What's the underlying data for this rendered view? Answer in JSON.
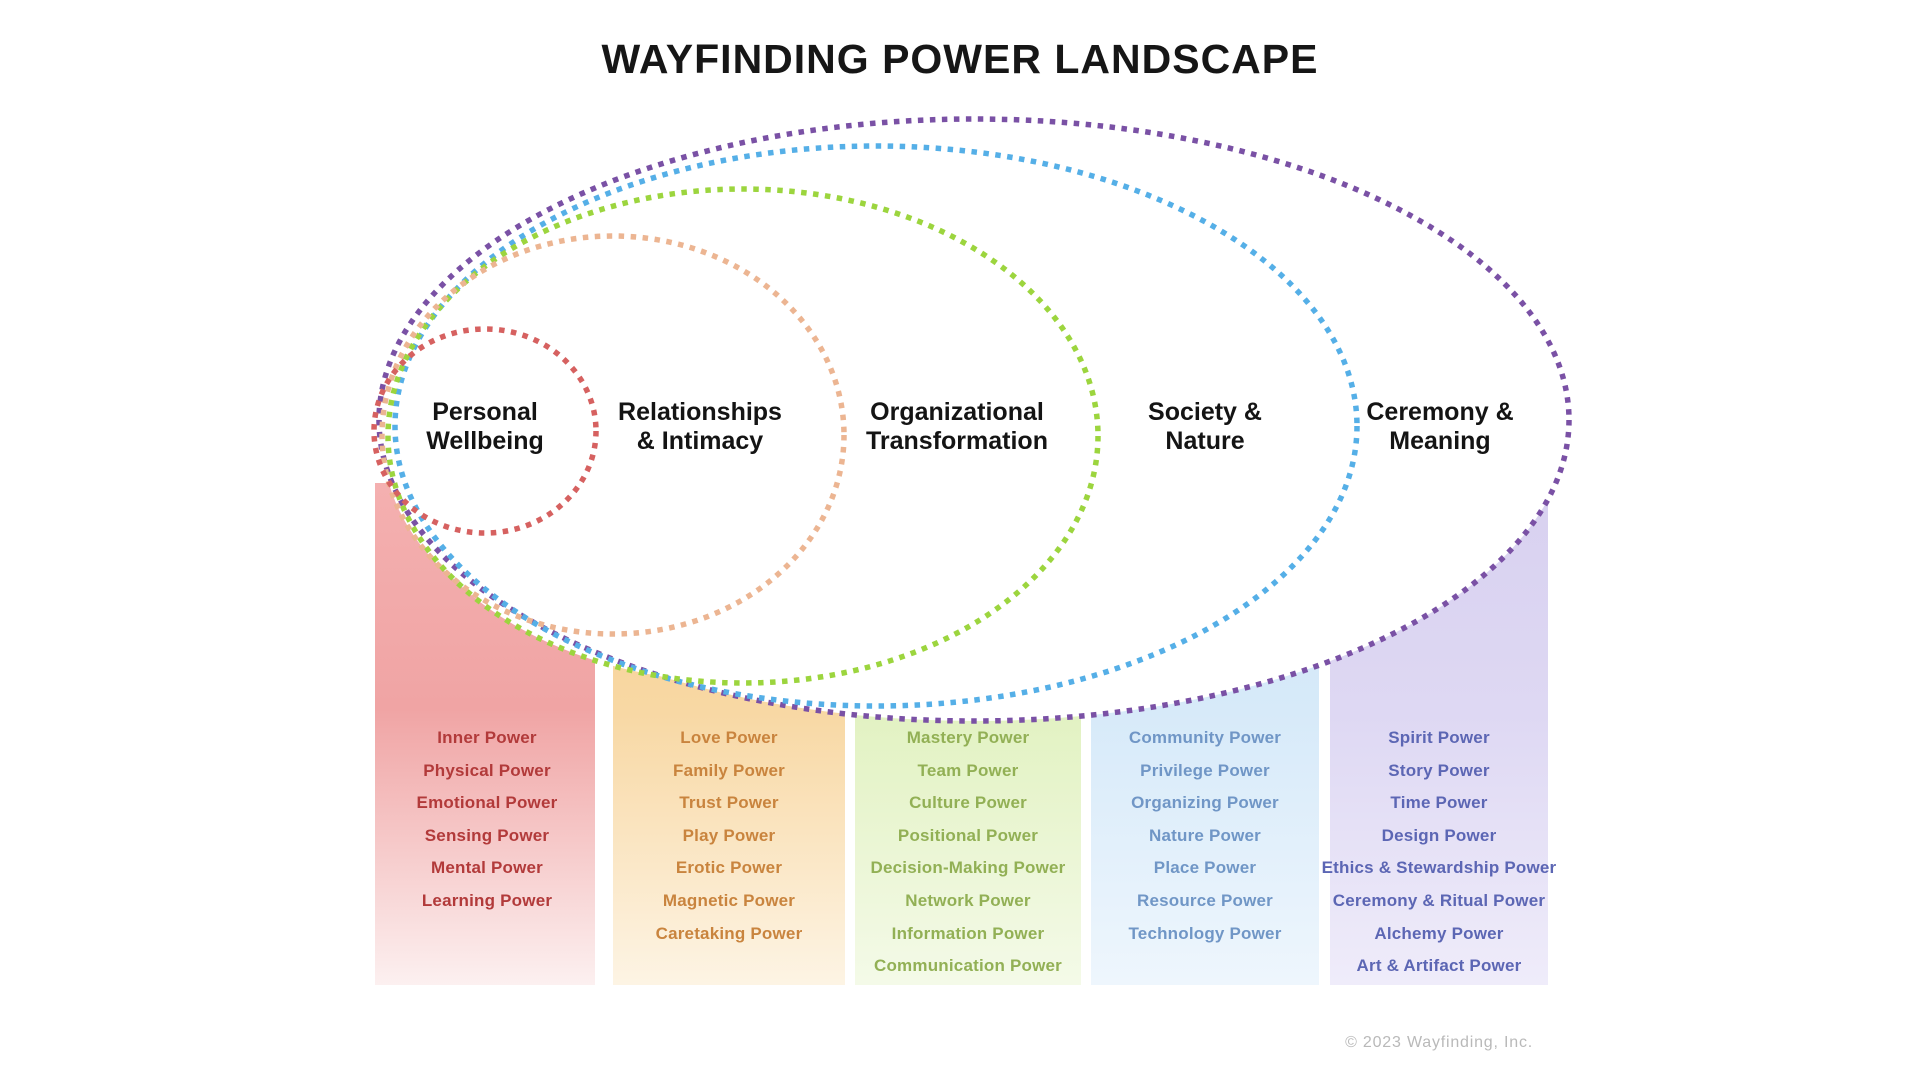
{
  "title": "WAYFINDING POWER LANDSCAPE",
  "footer": "© 2023 Wayfinding, Inc.",
  "rings": [
    {
      "name": "Personal Wellbeing",
      "label_lines": [
        "Personal",
        "Wellbeing"
      ],
      "ring_color": "#d66160",
      "power_color": "#b23a3a",
      "band_colors": {
        "top": "#f4b0b0",
        "mid": "#f0a4a4",
        "bottom": "#fcf0f0"
      },
      "powers": [
        "Inner Power",
        "Physical Power",
        "Emotional Power",
        "Sensing Power",
        "Mental Power",
        "Learning Power"
      ]
    },
    {
      "name": "Relationships & Intimacy",
      "label_lines": [
        "Relationships",
        "& Intimacy"
      ],
      "ring_color": "#ecb592",
      "power_color": "#c9843e",
      "band_colors": {
        "top": "#f6cf8e",
        "mid": "#f8d8a4",
        "bottom": "#fdf4e4"
      },
      "powers": [
        "Love Power",
        "Family Power",
        "Trust Power",
        "Play Power",
        "Erotic Power",
        "Magnetic Power",
        "Caretaking Power"
      ]
    },
    {
      "name": "Organizational Transformation",
      "label_lines": [
        "Organizational",
        "Transformation"
      ],
      "ring_color": "#9cd53e",
      "power_color": "#92b055",
      "band_colors": {
        "top": "#dceeb5",
        "mid": "#e2f2c2",
        "bottom": "#f4fae8"
      },
      "powers": [
        "Mastery Power",
        "Team Power",
        "Culture Power",
        "Positional Power",
        "Decision-Making Power",
        "Network Power",
        "Information Power",
        "Communication Power"
      ]
    },
    {
      "name": "Society & Nature",
      "label_lines": [
        "Society &",
        "Nature"
      ],
      "ring_color": "#55afe7",
      "power_color": "#7096c6",
      "band_colors": {
        "top": "#cfe5f7",
        "mid": "#d7eaf9",
        "bottom": "#eef6fd"
      },
      "powers": [
        "Community Power",
        "Privilege Power",
        "Organizing Power",
        "Nature Power",
        "Place Power",
        "Resource Power",
        "Technology Power"
      ]
    },
    {
      "name": "Ceremony & Meaning",
      "label_lines": [
        "Ceremony &",
        "Meaning"
      ],
      "ring_color": "#7a51a5",
      "power_color": "#5c66b4",
      "band_colors": {
        "top": "#d8d1f0",
        "mid": "#ded8f3",
        "bottom": "#efecfa"
      },
      "powers": [
        "Spirit Power",
        "Story Power",
        "Time Power",
        "Design Power",
        "Ethics & Stewardship Power",
        "Ceremony & Ritual Power",
        "Alchemy Power",
        "Art & Artifact Power"
      ]
    }
  ]
}
